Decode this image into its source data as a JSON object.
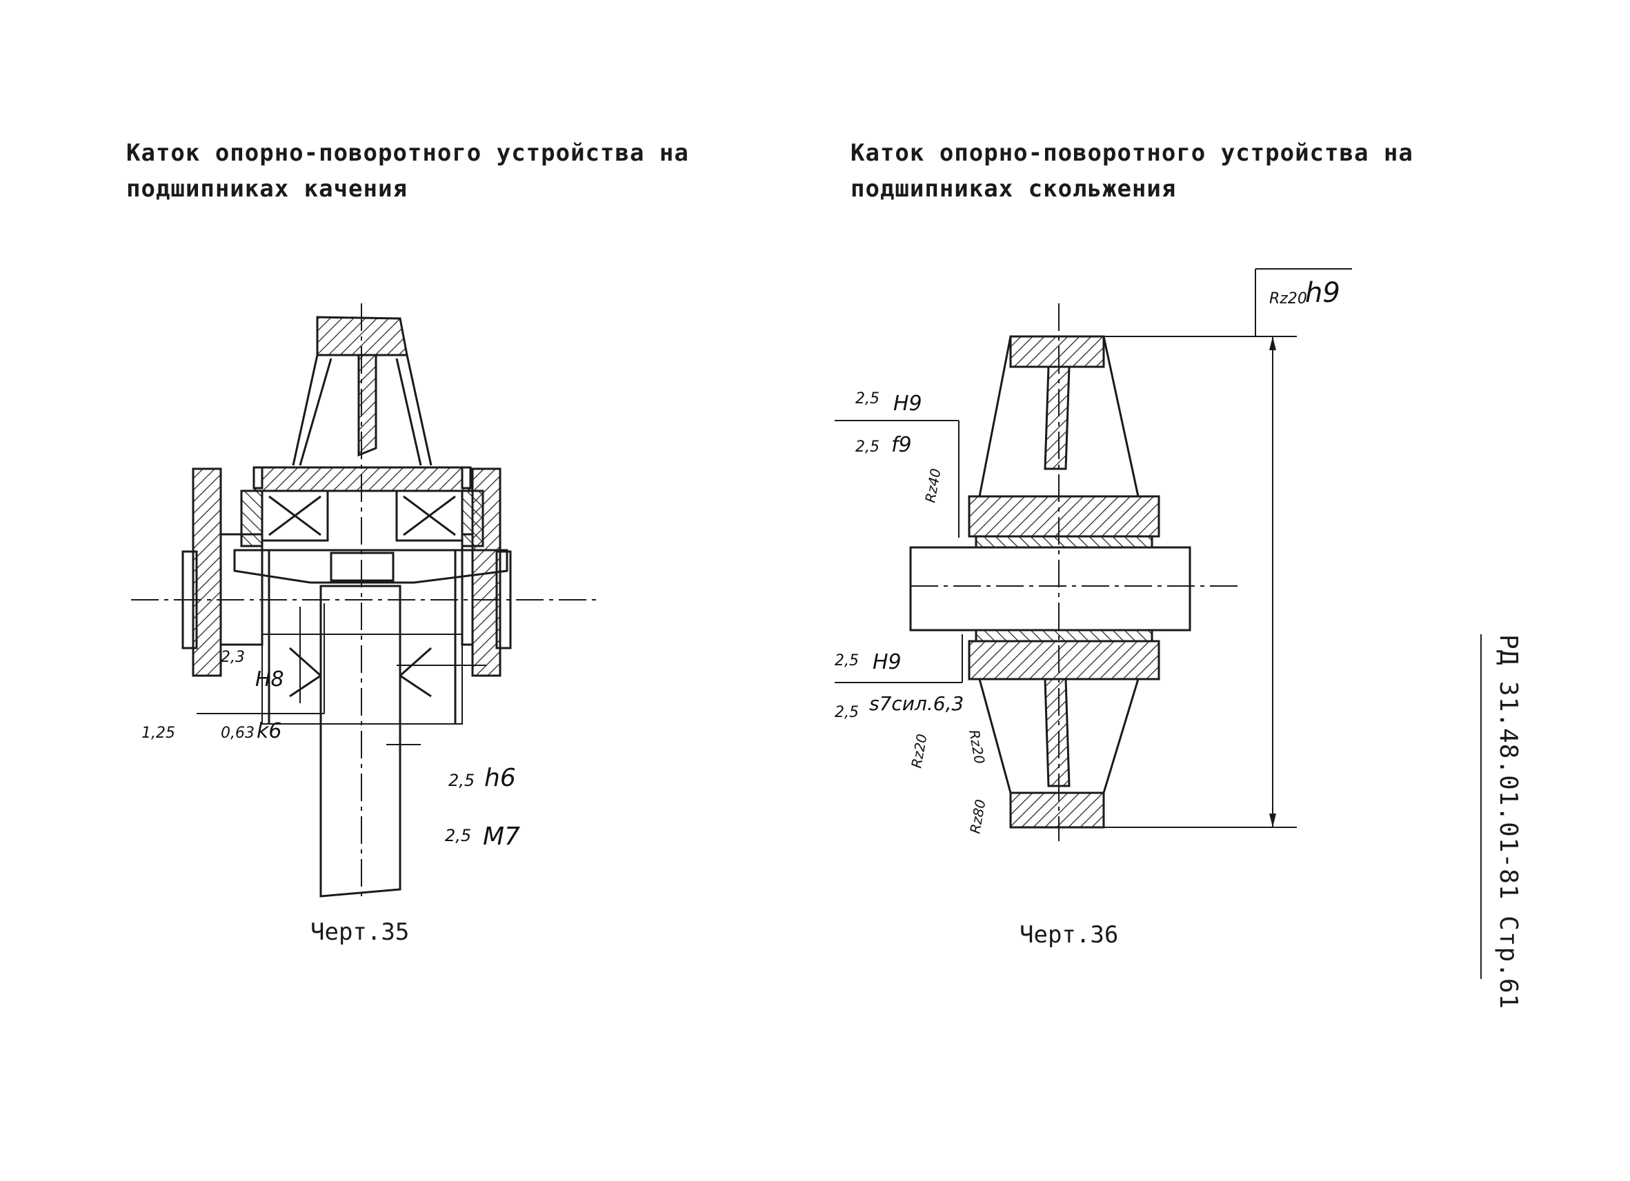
{
  "titles": {
    "left": [
      "Каток опорно-поворотного устройства на",
      "подшипниках качения"
    ],
    "right": [
      "Каток опорно-поворотного устройства на",
      "подшипниках скольжения"
    ]
  },
  "captions": {
    "left": "Черт.35",
    "right": "Черт.36"
  },
  "stamp": "РД 31.48.01.01-81 Стр.61",
  "drawing35": {
    "fits": {
      "top_num": "2,3",
      "top": "Н8",
      "bottom_num": "0,63",
      "bottom": "k6"
    },
    "roughness_left": "1,25",
    "roughness_h6": {
      "num": "2,5",
      "fit": "h6"
    },
    "roughness_m7": {
      "num": "2,5",
      "fit": "М7"
    }
  },
  "drawing36": {
    "rz_top": {
      "label": "Rz20",
      "fit": "h9"
    },
    "fit1": {
      "top_num": "2,5",
      "top": "Н9",
      "bottom_num": "2,5",
      "bottom": "f9"
    },
    "fit2": {
      "top_num": "2,5",
      "top": "Н9",
      "bottom_num": "2,5",
      "bottom": "s7сил.6,3"
    },
    "rz40": "Rz40",
    "rz20a": "Rz20",
    "rz20b": "Rz20",
    "rz80": "Rz80"
  }
}
